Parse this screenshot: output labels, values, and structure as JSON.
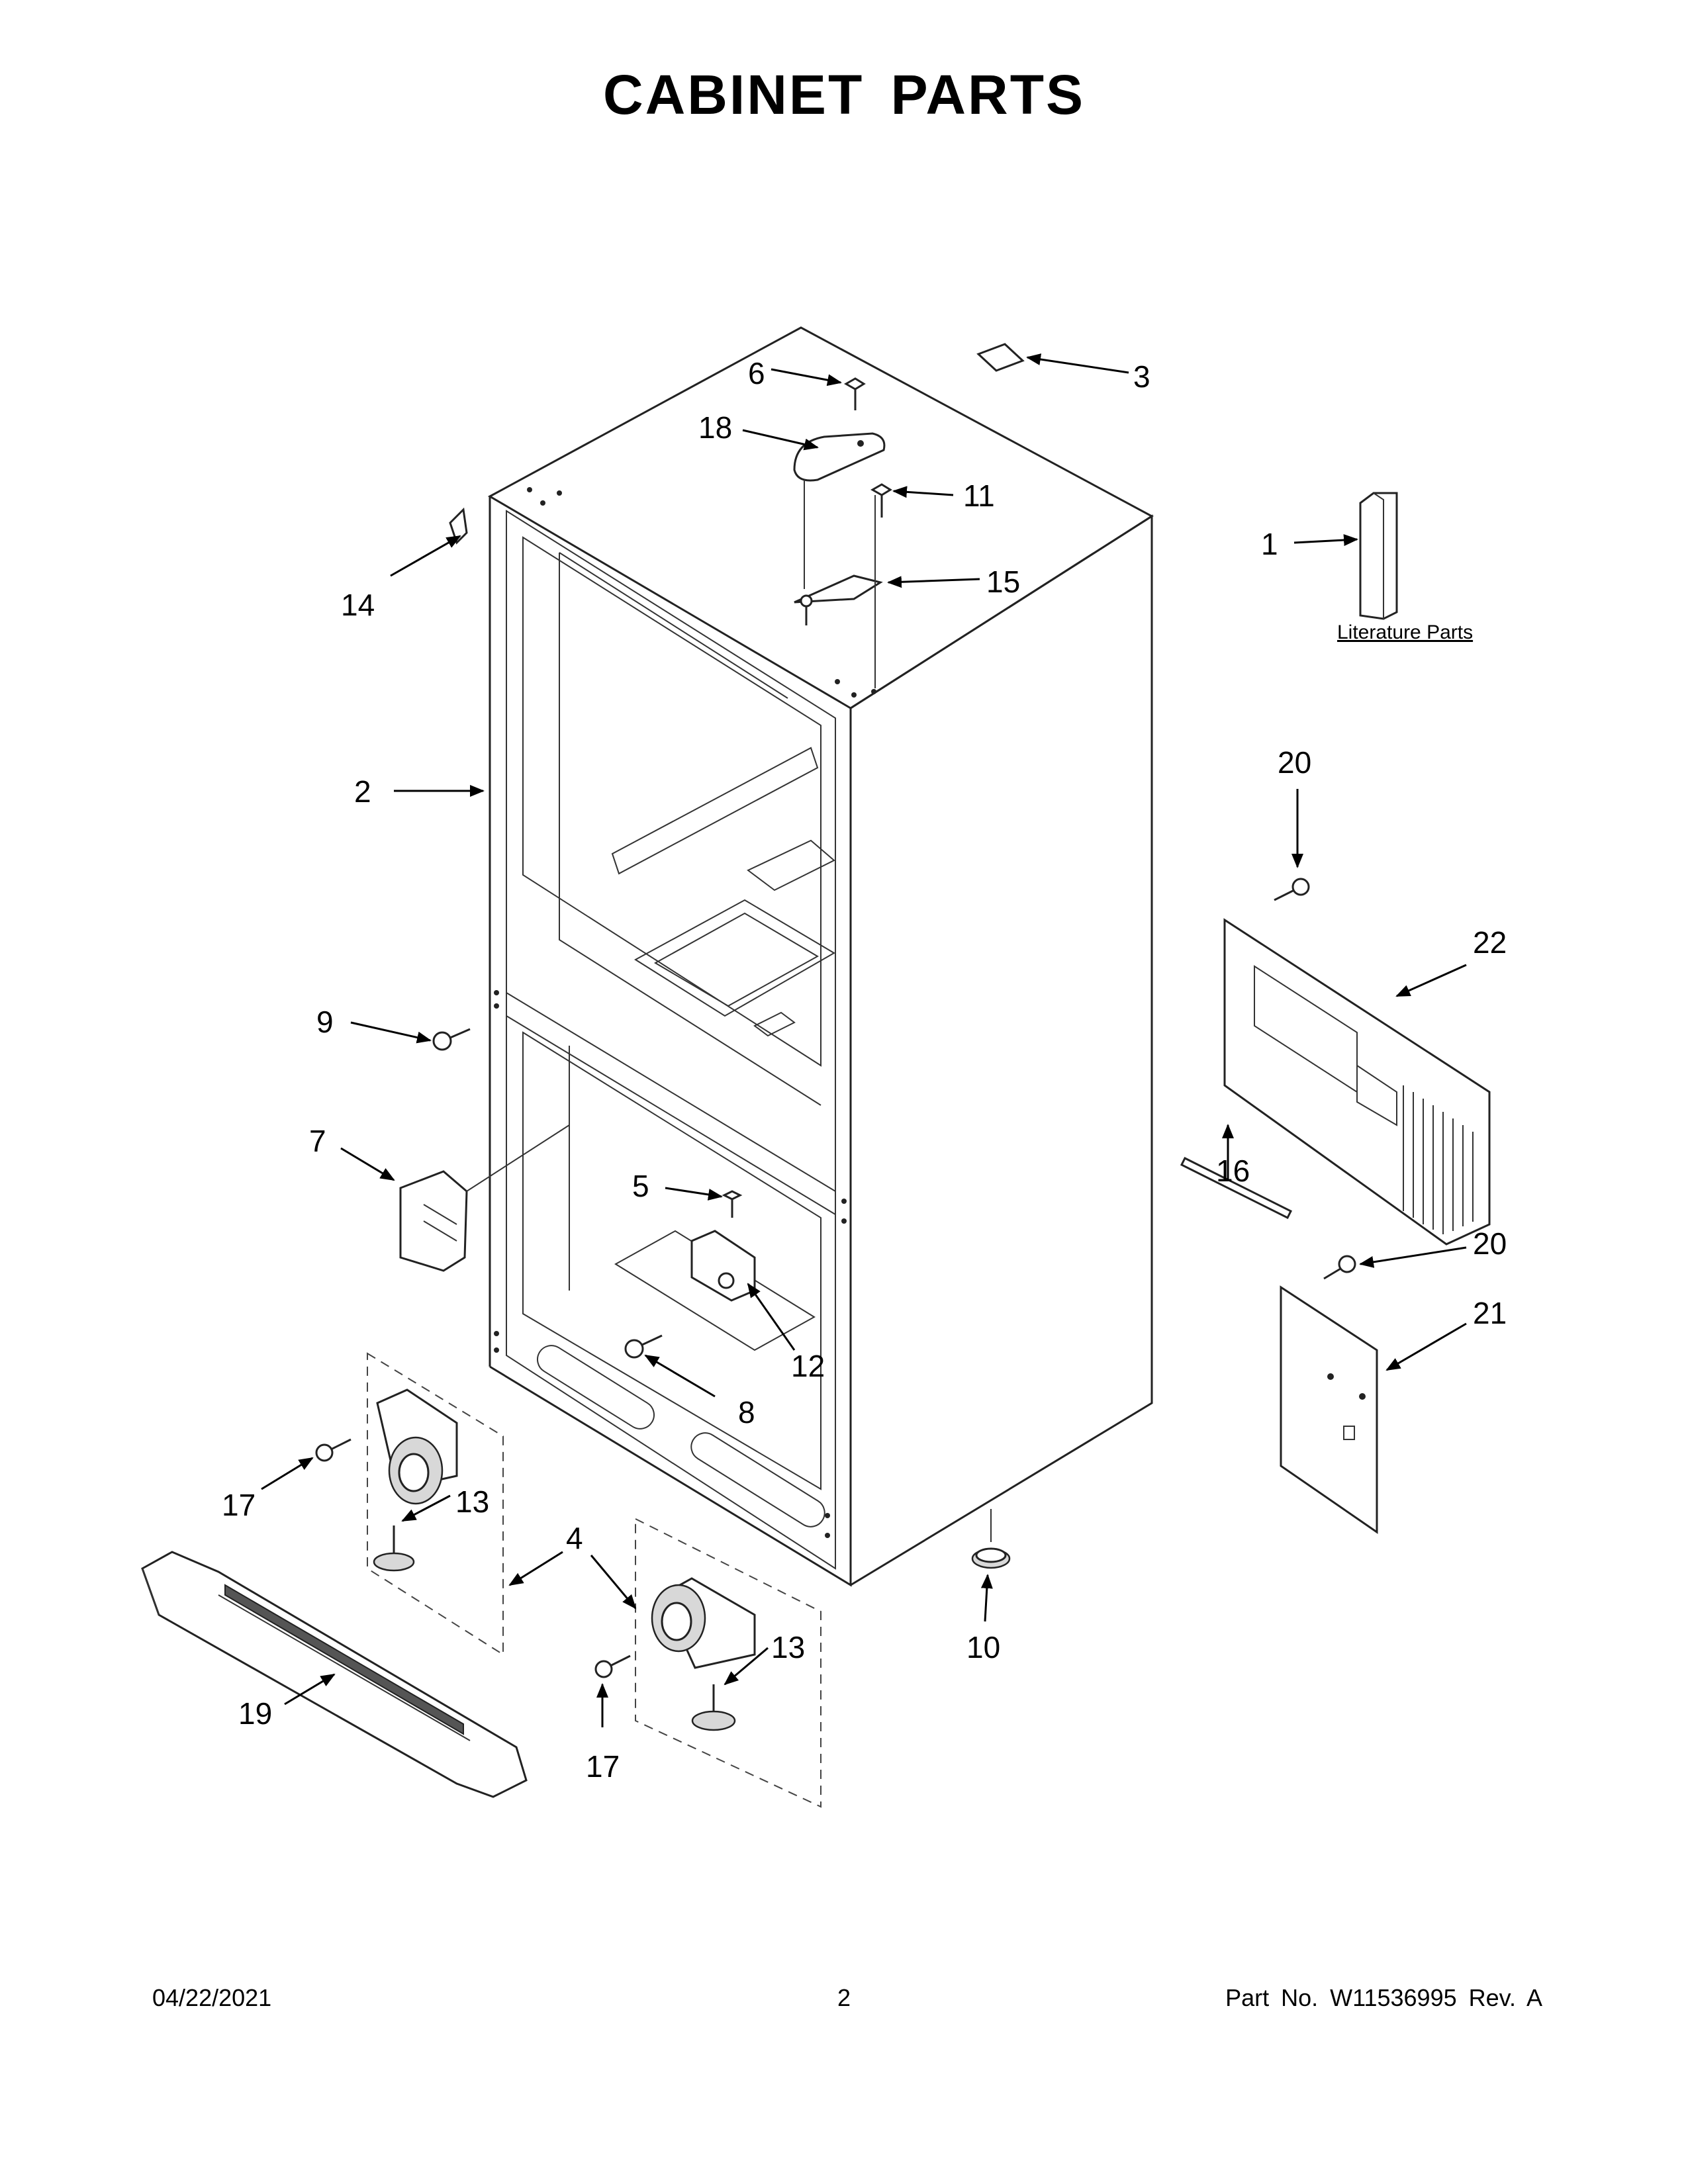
{
  "title": "CABINET PARTS",
  "literature_label": "Literature Parts",
  "callouts": {
    "c1": "1",
    "c2": "2",
    "c3": "3",
    "c4": "4",
    "c5": "5",
    "c6": "6",
    "c7": "7",
    "c8": "8",
    "c9": "9",
    "c10": "10",
    "c11": "11",
    "c12": "12",
    "c13a": "13",
    "c13b": "13",
    "c14": "14",
    "c15": "15",
    "c16": "16",
    "c17a": "17",
    "c17b": "17",
    "c18": "18",
    "c19": "19",
    "c20a": "20",
    "c20b": "20",
    "c21": "21",
    "c22": "22"
  },
  "footer": {
    "date": "04/22/2021",
    "page": "2",
    "part_no": "Part No.  W11536995  Rev.  A"
  }
}
